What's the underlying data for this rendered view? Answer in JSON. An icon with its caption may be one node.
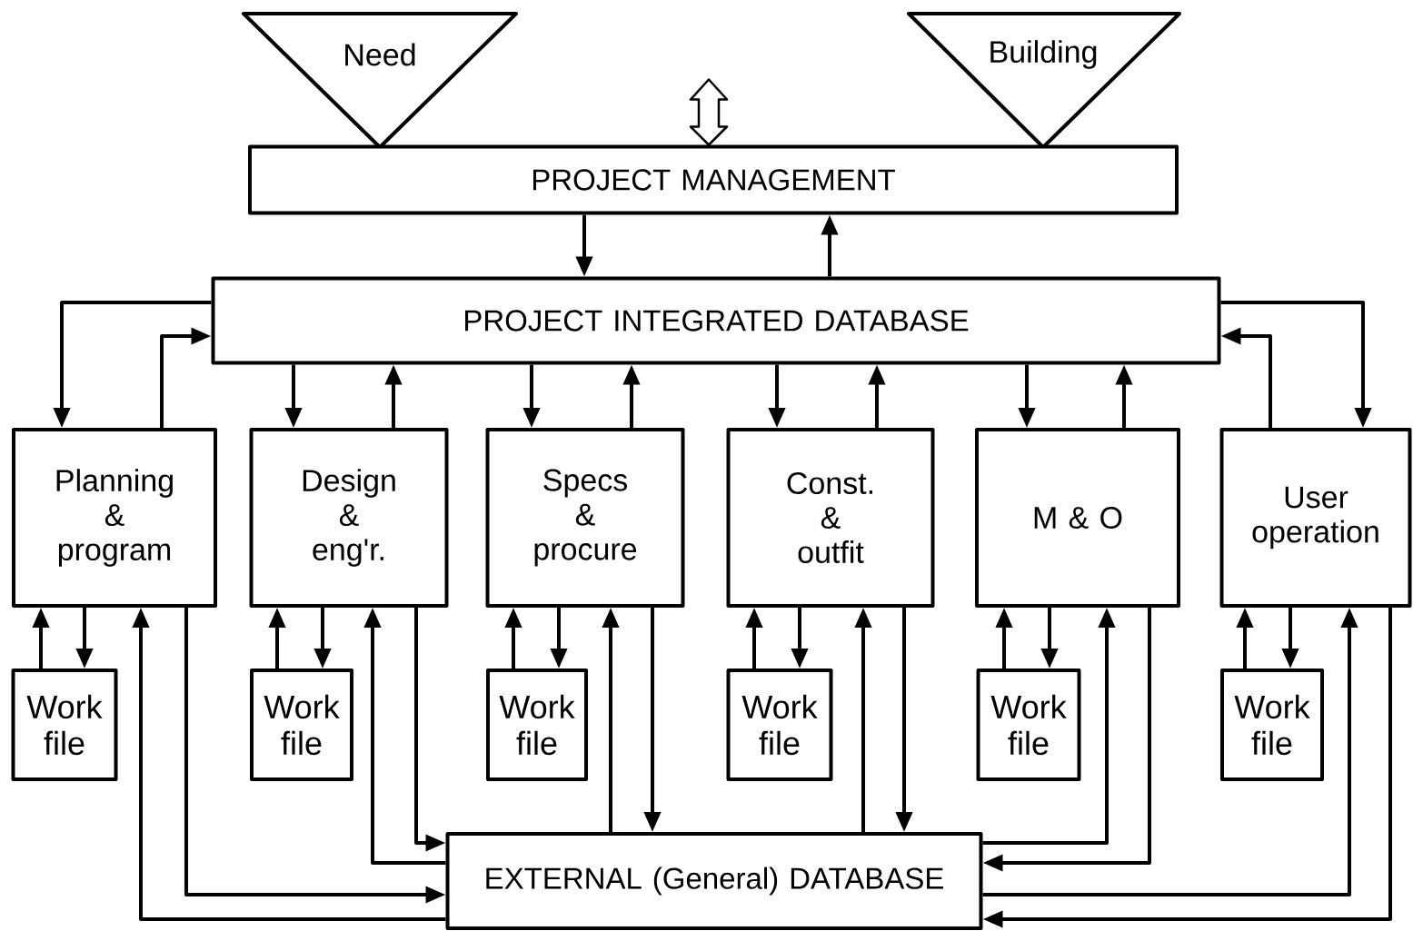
{
  "diagram": {
    "nodes": [
      {
        "text": [
          "Need"
        ]
      },
      {
        "text": [
          "Building"
        ]
      },
      {
        "text": [
          "PROJECT MANAGEMENT"
        ]
      },
      {
        "text": [
          "PROJECT INTEGRATED DATABASE"
        ]
      },
      {
        "text": [
          "Planning & program"
        ]
      },
      {
        "text": [
          "Design & eng'r."
        ]
      },
      {
        "text": [
          "Specs & procure"
        ]
      },
      {
        "text": [
          "Const. & outfit"
        ]
      },
      {
        "text": [
          "M & O"
        ]
      },
      {
        "text": [
          "User operation"
        ]
      },
      {
        "text": [
          "Work file"
        ]
      },
      {
        "text": [
          "Work file"
        ]
      },
      {
        "text": [
          "Work file"
        ]
      },
      {
        "text": [
          "Work file"
        ]
      },
      {
        "text": [
          "Work file"
        ]
      },
      {
        "text": [
          "Work file"
        ]
      },
      {
        "text": [
          "EXTERNAL (General) DATABASE"
        ]
      }
    ],
    "edges": [
      {
        "from": null,
        "to": 2,
        "arrow": "both"
      },
      {
        "from": 2,
        "to": 3,
        "arrow": "to"
      },
      {
        "from": 3,
        "to": 2,
        "arrow": "to"
      },
      {
        "from": 3,
        "to": 4,
        "arrow": "to"
      },
      {
        "from": 4,
        "to": 3,
        "arrow": "to"
      },
      {
        "from": 4,
        "to": 10,
        "arrow": "to"
      },
      {
        "from": 10,
        "to": 4,
        "arrow": "to"
      },
      {
        "from": 16,
        "to": 4,
        "arrow": "to"
      },
      {
        "from": 4,
        "to": 16,
        "arrow": "to"
      },
      {
        "from": 3,
        "to": 5,
        "arrow": "to"
      },
      {
        "from": 5,
        "to": 3,
        "arrow": "to"
      },
      {
        "from": 5,
        "to": 11,
        "arrow": "to"
      },
      {
        "from": 11,
        "to": 5,
        "arrow": "to"
      },
      {
        "from": 16,
        "to": 5,
        "arrow": "to"
      },
      {
        "from": 5,
        "to": 16,
        "arrow": "to"
      },
      {
        "from": 3,
        "to": 6,
        "arrow": "to"
      },
      {
        "from": 6,
        "to": 3,
        "arrow": "to"
      },
      {
        "from": 6,
        "to": 12,
        "arrow": "to"
      },
      {
        "from": 12,
        "to": 6,
        "arrow": "to"
      },
      {
        "from": 16,
        "to": 6,
        "arrow": "to"
      },
      {
        "from": 6,
        "to": 16,
        "arrow": "to"
      },
      {
        "from": 3,
        "to": 7,
        "arrow": "to"
      },
      {
        "from": 7,
        "to": 3,
        "arrow": "to"
      },
      {
        "from": 7,
        "to": 13,
        "arrow": "to"
      },
      {
        "from": 13,
        "to": 7,
        "arrow": "to"
      },
      {
        "from": 16,
        "to": 7,
        "arrow": "to"
      },
      {
        "from": 7,
        "to": 16,
        "arrow": "to"
      },
      {
        "from": 3,
        "to": 8,
        "arrow": "to"
      },
      {
        "from": 8,
        "to": 3,
        "arrow": "to"
      },
      {
        "from": 8,
        "to": 14,
        "arrow": "to"
      },
      {
        "from": 14,
        "to": 8,
        "arrow": "to"
      },
      {
        "from": 16,
        "to": 8,
        "arrow": "to"
      },
      {
        "from": 8,
        "to": 16,
        "arrow": "to"
      },
      {
        "from": 3,
        "to": 9,
        "arrow": "to"
      },
      {
        "from": 9,
        "to": 3,
        "arrow": "to"
      },
      {
        "from": 9,
        "to": 15,
        "arrow": "to"
      },
      {
        "from": 15,
        "to": 9,
        "arrow": "to"
      },
      {
        "from": 16,
        "to": 9,
        "arrow": "to"
      },
      {
        "from": 9,
        "to": 16,
        "arrow": "to"
      }
    ]
  }
}
